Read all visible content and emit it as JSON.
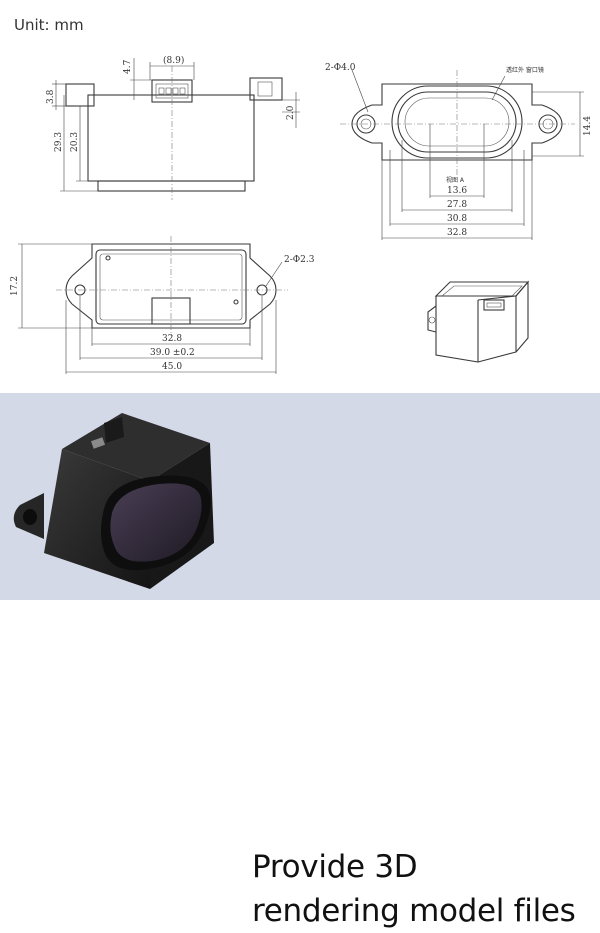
{
  "unit_label": "Unit: mm",
  "front_view": {
    "dims": [
      "(8.9)",
      "4.7",
      "3.8",
      "29.3",
      "20.3",
      "2.0"
    ]
  },
  "lens_view": {
    "hole_callout": "2-Φ4.0",
    "window_note": "透红外 窗口镜",
    "view_label": "视图 A",
    "dims": [
      "14.4",
      "13.6",
      "27.8",
      "30.8",
      "32.8"
    ]
  },
  "top_view": {
    "hole_callout": "2-Φ2.3",
    "dims": [
      "17.2",
      "32.8",
      "39.0 ±0.2",
      "45.0"
    ]
  },
  "banner": {
    "line1": "Provide 3D",
    "line2": "rendering model files"
  },
  "colors": {
    "banner_bg": "#d4d9e8",
    "housing": "#1e1e1e",
    "lens": "#2a2433"
  }
}
